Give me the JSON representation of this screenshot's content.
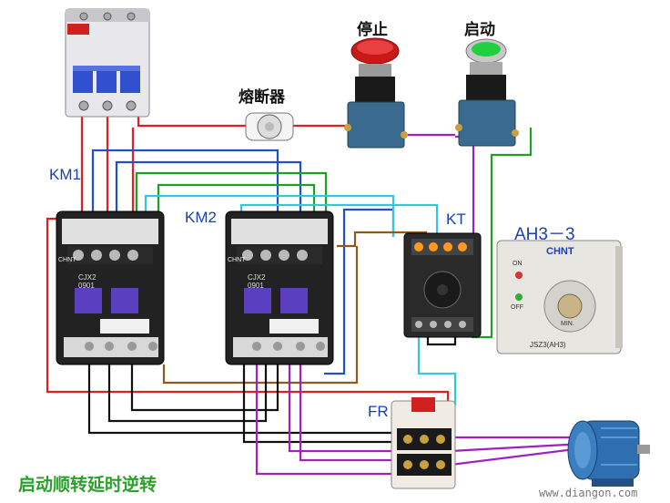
{
  "labels": {
    "stop": "停止",
    "start": "启动",
    "fuse": "熔断器",
    "km1": "KM1",
    "km2": "KM2",
    "kt": "KT",
    "ah3": "AH3－3",
    "fr": "FR",
    "title": "启动顺转延时逆转",
    "watermark": "www.diangon.com"
  },
  "devices": {
    "contactor_model": "CJX2\n0901",
    "contactor_brand": "CHNT",
    "timer_brand": "CHNT",
    "timer_model": "JSZ3(AH3)",
    "timer_on": "ON",
    "timer_off": "OFF",
    "timer_min": "MIN."
  },
  "colors": {
    "red": "#e02020",
    "blue": "#2050d0",
    "green": "#20a020",
    "cyan": "#30c8e0",
    "black": "#111111",
    "purple": "#a020c0",
    "brown": "#8a5a20"
  }
}
